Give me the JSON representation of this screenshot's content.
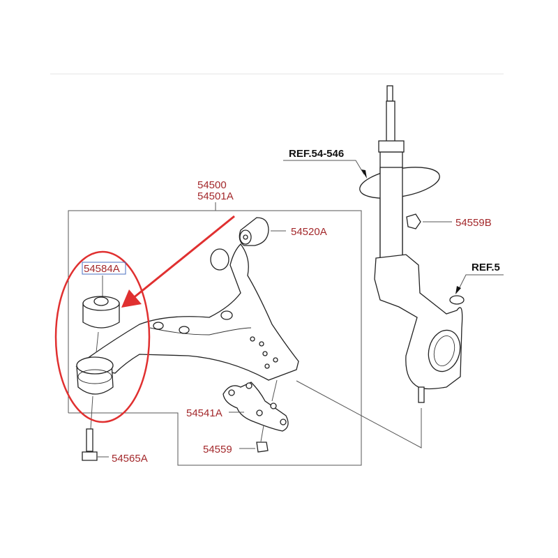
{
  "diagram": {
    "assembly_labels": [
      "54500",
      "54501A"
    ],
    "parts": {
      "bushing_rear_highlighted": "54584A",
      "bushing_front": "54520A",
      "ball_joint": "54541A",
      "nut": "54559",
      "bolt": "54565A",
      "strut_nut": "54559B"
    },
    "references": {
      "strut": "REF.54-546",
      "knuckle": "REF.5"
    },
    "colors": {
      "label": "#a3282b",
      "highlight": "#e03030",
      "reference": "#111111"
    }
  }
}
